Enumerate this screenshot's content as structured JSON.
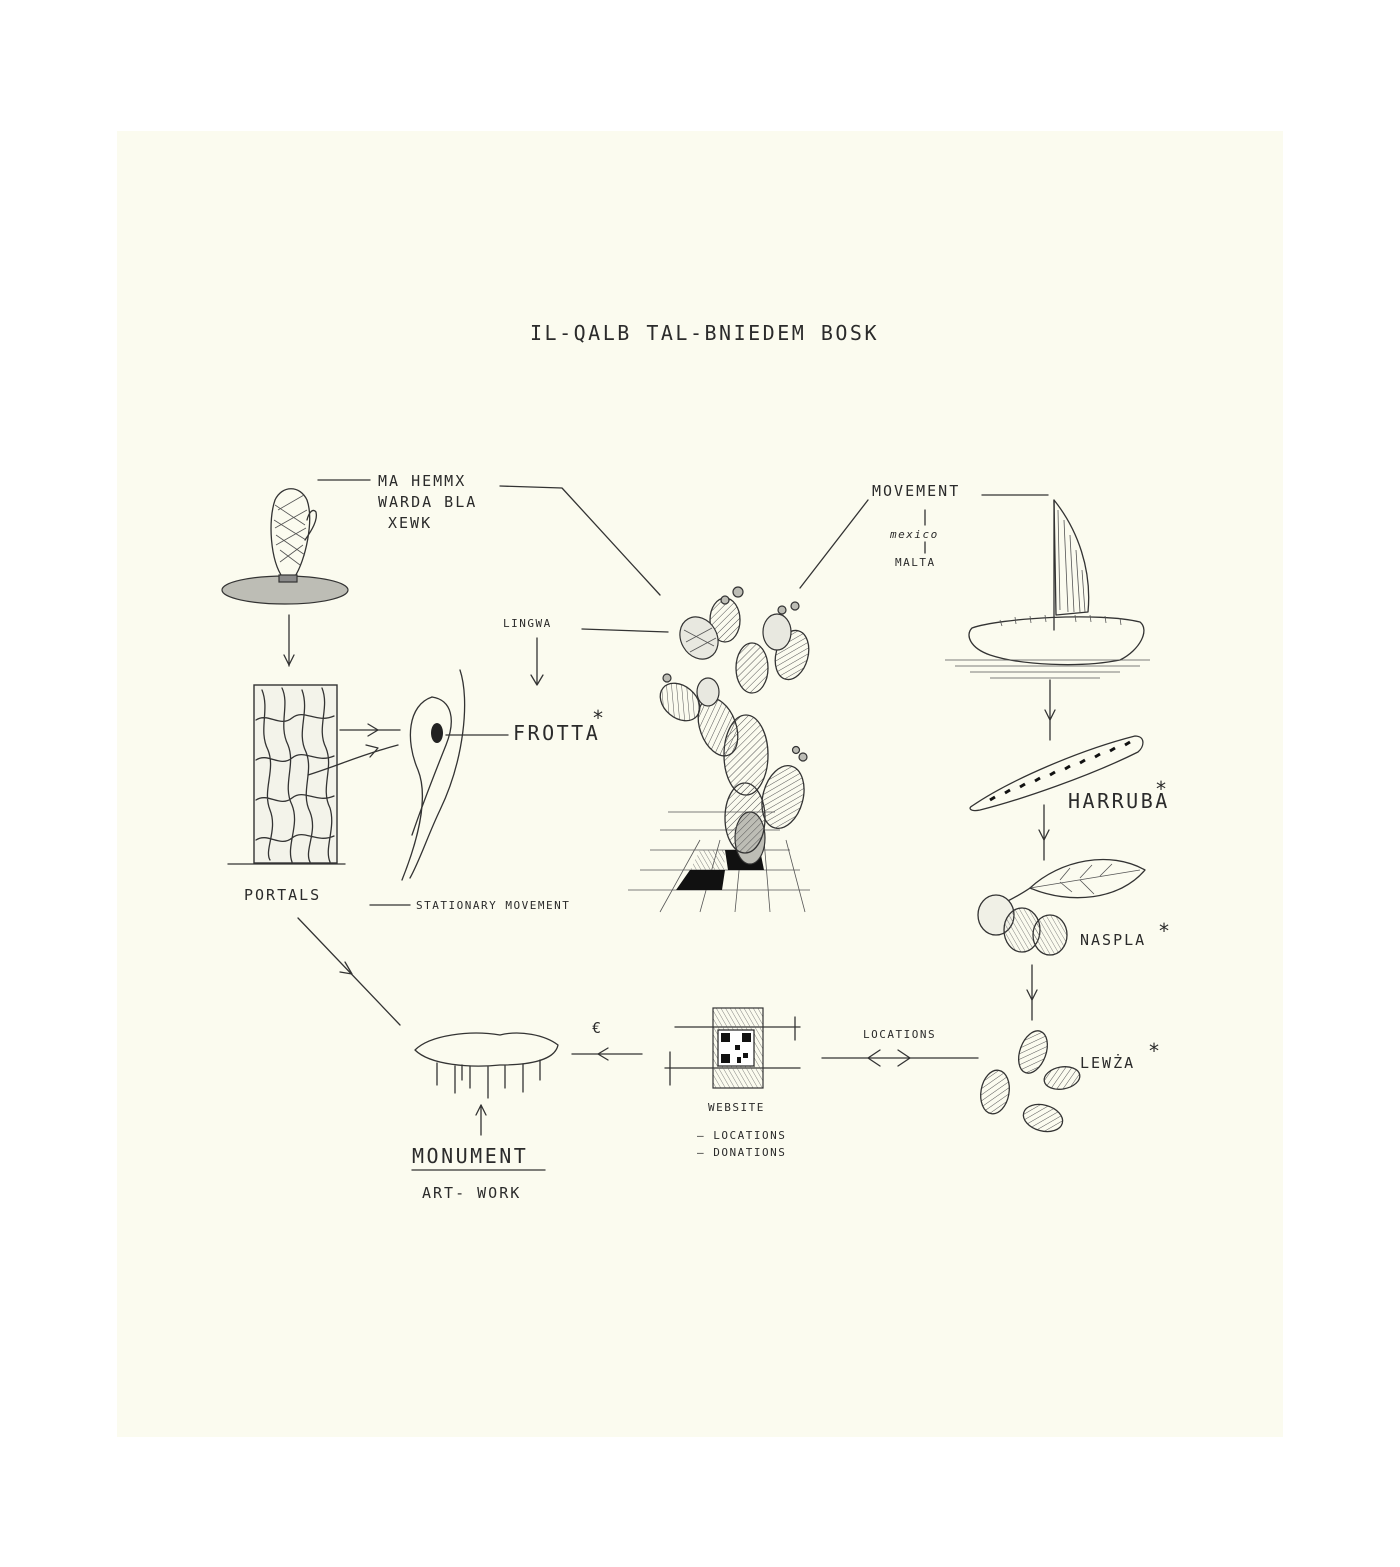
{
  "title": "IL-QALB TAL-BNIEDEM BOSK",
  "nodes": {
    "ma_hemmx": [
      "MA HEMMX",
      "WARDA BLA",
      "XEWK"
    ],
    "movement": "MOVEMENT",
    "mexico": "mexico",
    "malta": "MALTA",
    "lingwa": "LINGWA",
    "frotta": "FROTTA",
    "harruba": "HARRUBA",
    "naspla": "NASPLA",
    "lewza": "LEWŻA",
    "portals": "PORTALS",
    "stationary_movement": "STATIONARY MOVEMENT",
    "locations_arrow": "LOCATIONS",
    "website": "WEBSITE",
    "website_items": [
      "— LOCATIONS",
      "— DONATIONS"
    ],
    "euro": "€",
    "monument": "MONUMENT",
    "artwork": "ART- WORK",
    "asterisk": "*"
  },
  "icons": [
    "prickly-pear-flower-icon",
    "textured-wall-icon",
    "seed-drop-icon",
    "cactus-icon",
    "boat-icon",
    "carob-pod-icon",
    "loquat-icon",
    "almonds-icon",
    "qr-code-icon",
    "monument-canopy-icon"
  ]
}
